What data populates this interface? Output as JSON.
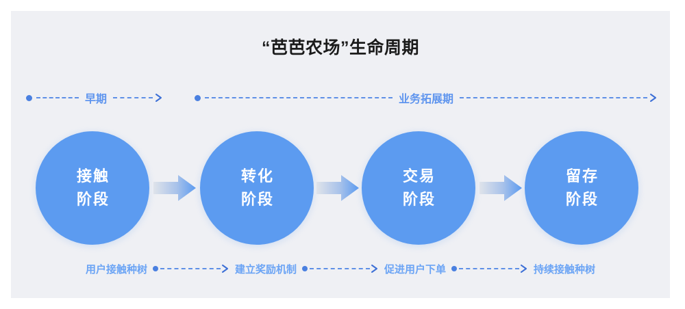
{
  "page": {
    "title": "“芭芭农场”生命周期",
    "background_color": "#eff0f4",
    "accent_color": "#5c9bf0"
  },
  "phases": [
    {
      "label": "早期"
    },
    {
      "label": "业务拓展期"
    }
  ],
  "stages": [
    {
      "line1": "接触",
      "line2": "阶段"
    },
    {
      "line1": "转化",
      "line2": "阶段"
    },
    {
      "line1": "交易",
      "line2": "阶段"
    },
    {
      "line1": "留存",
      "line2": "阶段"
    }
  ],
  "steps": [
    {
      "label": "用户接触种树"
    },
    {
      "label": "建立奖励机制"
    },
    {
      "label": "促进用户下单"
    },
    {
      "label": "持续接触种树"
    }
  ]
}
